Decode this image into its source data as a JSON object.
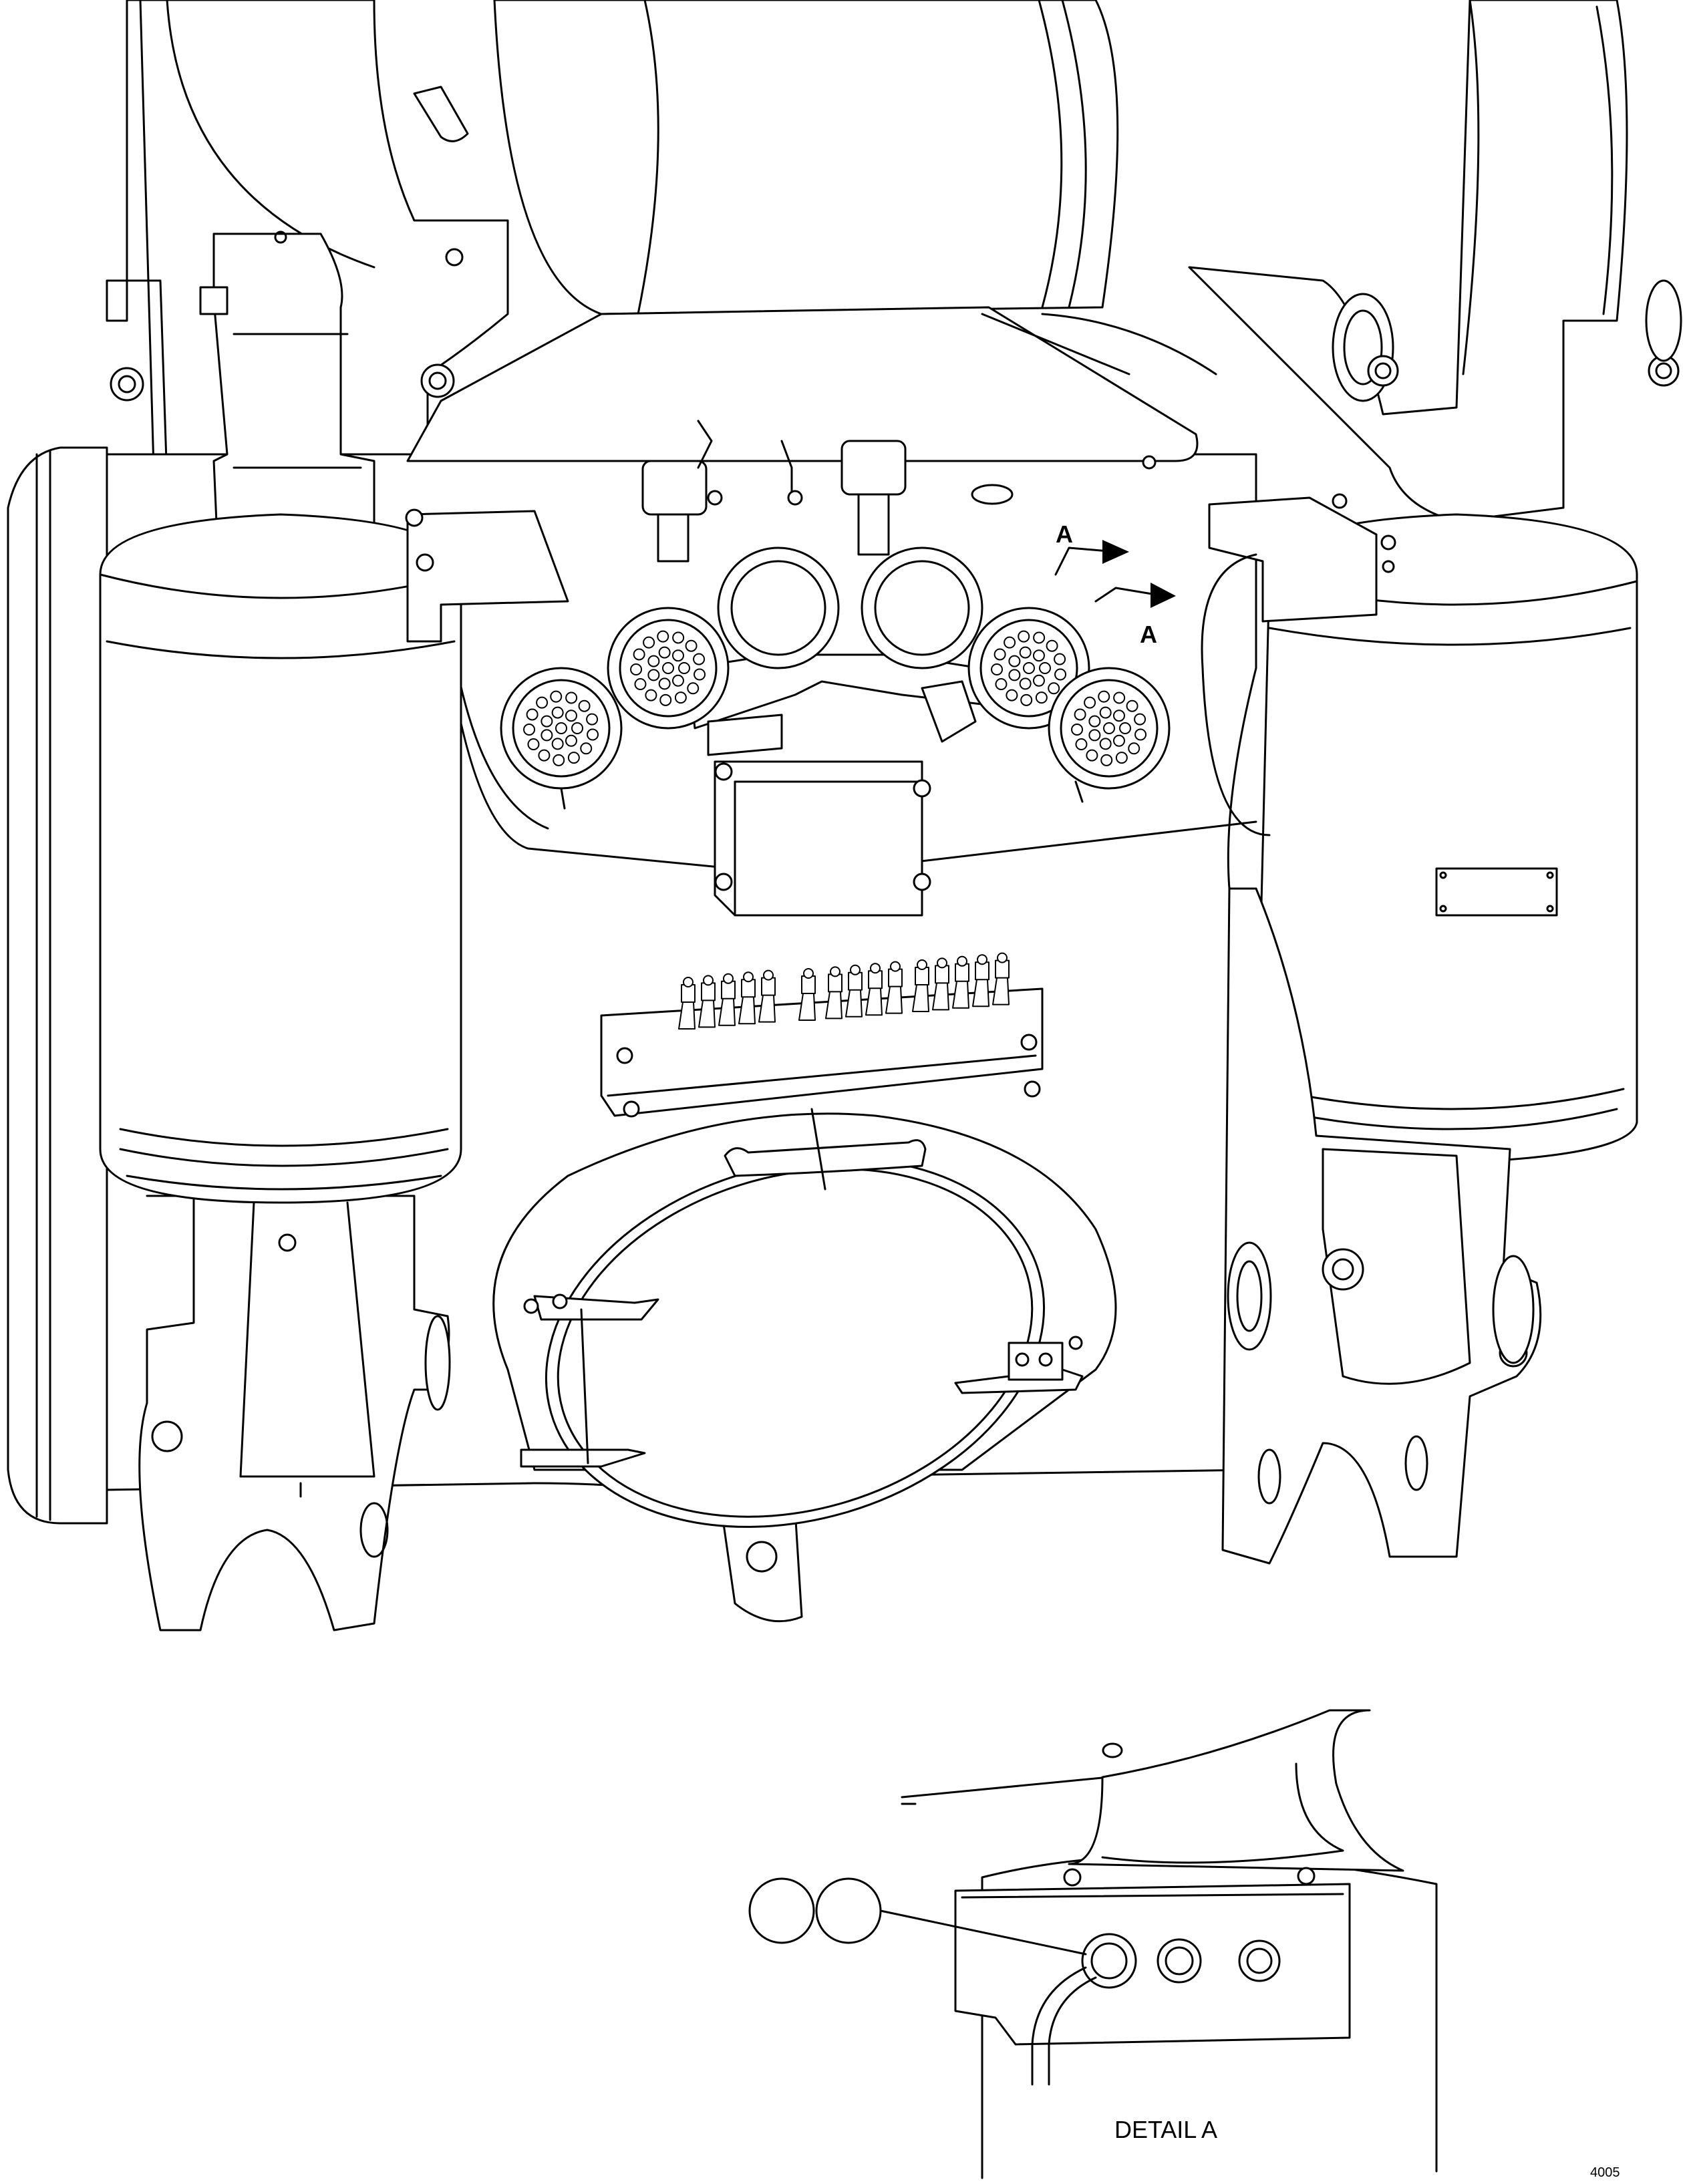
{
  "view_labels": {
    "arrow_upper": "A",
    "arrow_lower": "A"
  },
  "detail": {
    "caption": "DETAIL A",
    "callouts": [
      "",
      ""
    ]
  },
  "drawing_number": "4005"
}
